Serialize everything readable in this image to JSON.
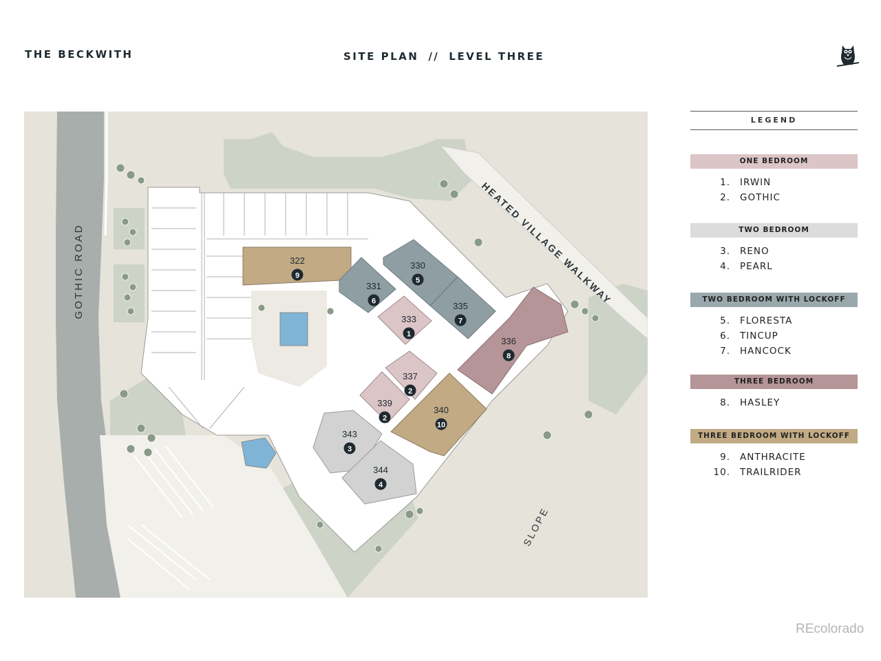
{
  "header": {
    "brand": "THE BECKWITH",
    "title_left": "SITE PLAN",
    "title_sep": "//",
    "title_right": "LEVEL THREE"
  },
  "map": {
    "labels": {
      "gothic_road": "GOTHIC ROAD",
      "walkway": "HEATED VILLAGE WALKWAY",
      "slope": "SLOPE"
    },
    "units": [
      {
        "unit": "322",
        "plan": "9",
        "color": "#c2aa84"
      },
      {
        "unit": "330",
        "plan": "5",
        "color": "#8f9ea3"
      },
      {
        "unit": "331",
        "plan": "6",
        "color": "#8f9ea3"
      },
      {
        "unit": "335",
        "plan": "7",
        "color": "#8f9ea3"
      },
      {
        "unit": "333",
        "plan": "1",
        "color": "#dcc5c6"
      },
      {
        "unit": "336",
        "plan": "8",
        "color": "#b59597"
      },
      {
        "unit": "337",
        "plan": "2",
        "color": "#dcc5c6"
      },
      {
        "unit": "339",
        "plan": "2",
        "color": "#dcc5c6"
      },
      {
        "unit": "340",
        "plan": "10",
        "color": "#c2aa84"
      },
      {
        "unit": "343",
        "plan": "3",
        "color": "#d2d2d2"
      },
      {
        "unit": "344",
        "plan": "4",
        "color": "#d2d2d2"
      }
    ]
  },
  "legend": {
    "title": "LEGEND",
    "groups": [
      {
        "name": "ONE BEDROOM",
        "color": "#dcc5c6",
        "items": [
          {
            "num": "1.",
            "name": "IRWIN"
          },
          {
            "num": "2.",
            "name": "GOTHIC"
          }
        ]
      },
      {
        "name": "TWO BEDROOM",
        "color": "#dcdcdc",
        "items": [
          {
            "num": "3.",
            "name": "RENO"
          },
          {
            "num": "4.",
            "name": "PEARL"
          }
        ]
      },
      {
        "name": "TWO BEDROOM WITH LOCKOFF",
        "color": "#99a8ad",
        "items": [
          {
            "num": "5.",
            "name": "FLORESTA"
          },
          {
            "num": "6.",
            "name": "TINCUP"
          },
          {
            "num": "7.",
            "name": "HANCOCK"
          }
        ]
      },
      {
        "name": "THREE BEDROOM",
        "color": "#b59597",
        "items": [
          {
            "num": "8.",
            "name": "HASLEY"
          }
        ]
      },
      {
        "name": "THREE BEDROOM WITH LOCKOFF",
        "color": "#c2aa84",
        "items": [
          {
            "num": "9.",
            "name": "ANTHRACITE"
          },
          {
            "num": "10.",
            "name": "TRAILRIDER"
          }
        ]
      }
    ]
  },
  "watermark": "REcolorado"
}
